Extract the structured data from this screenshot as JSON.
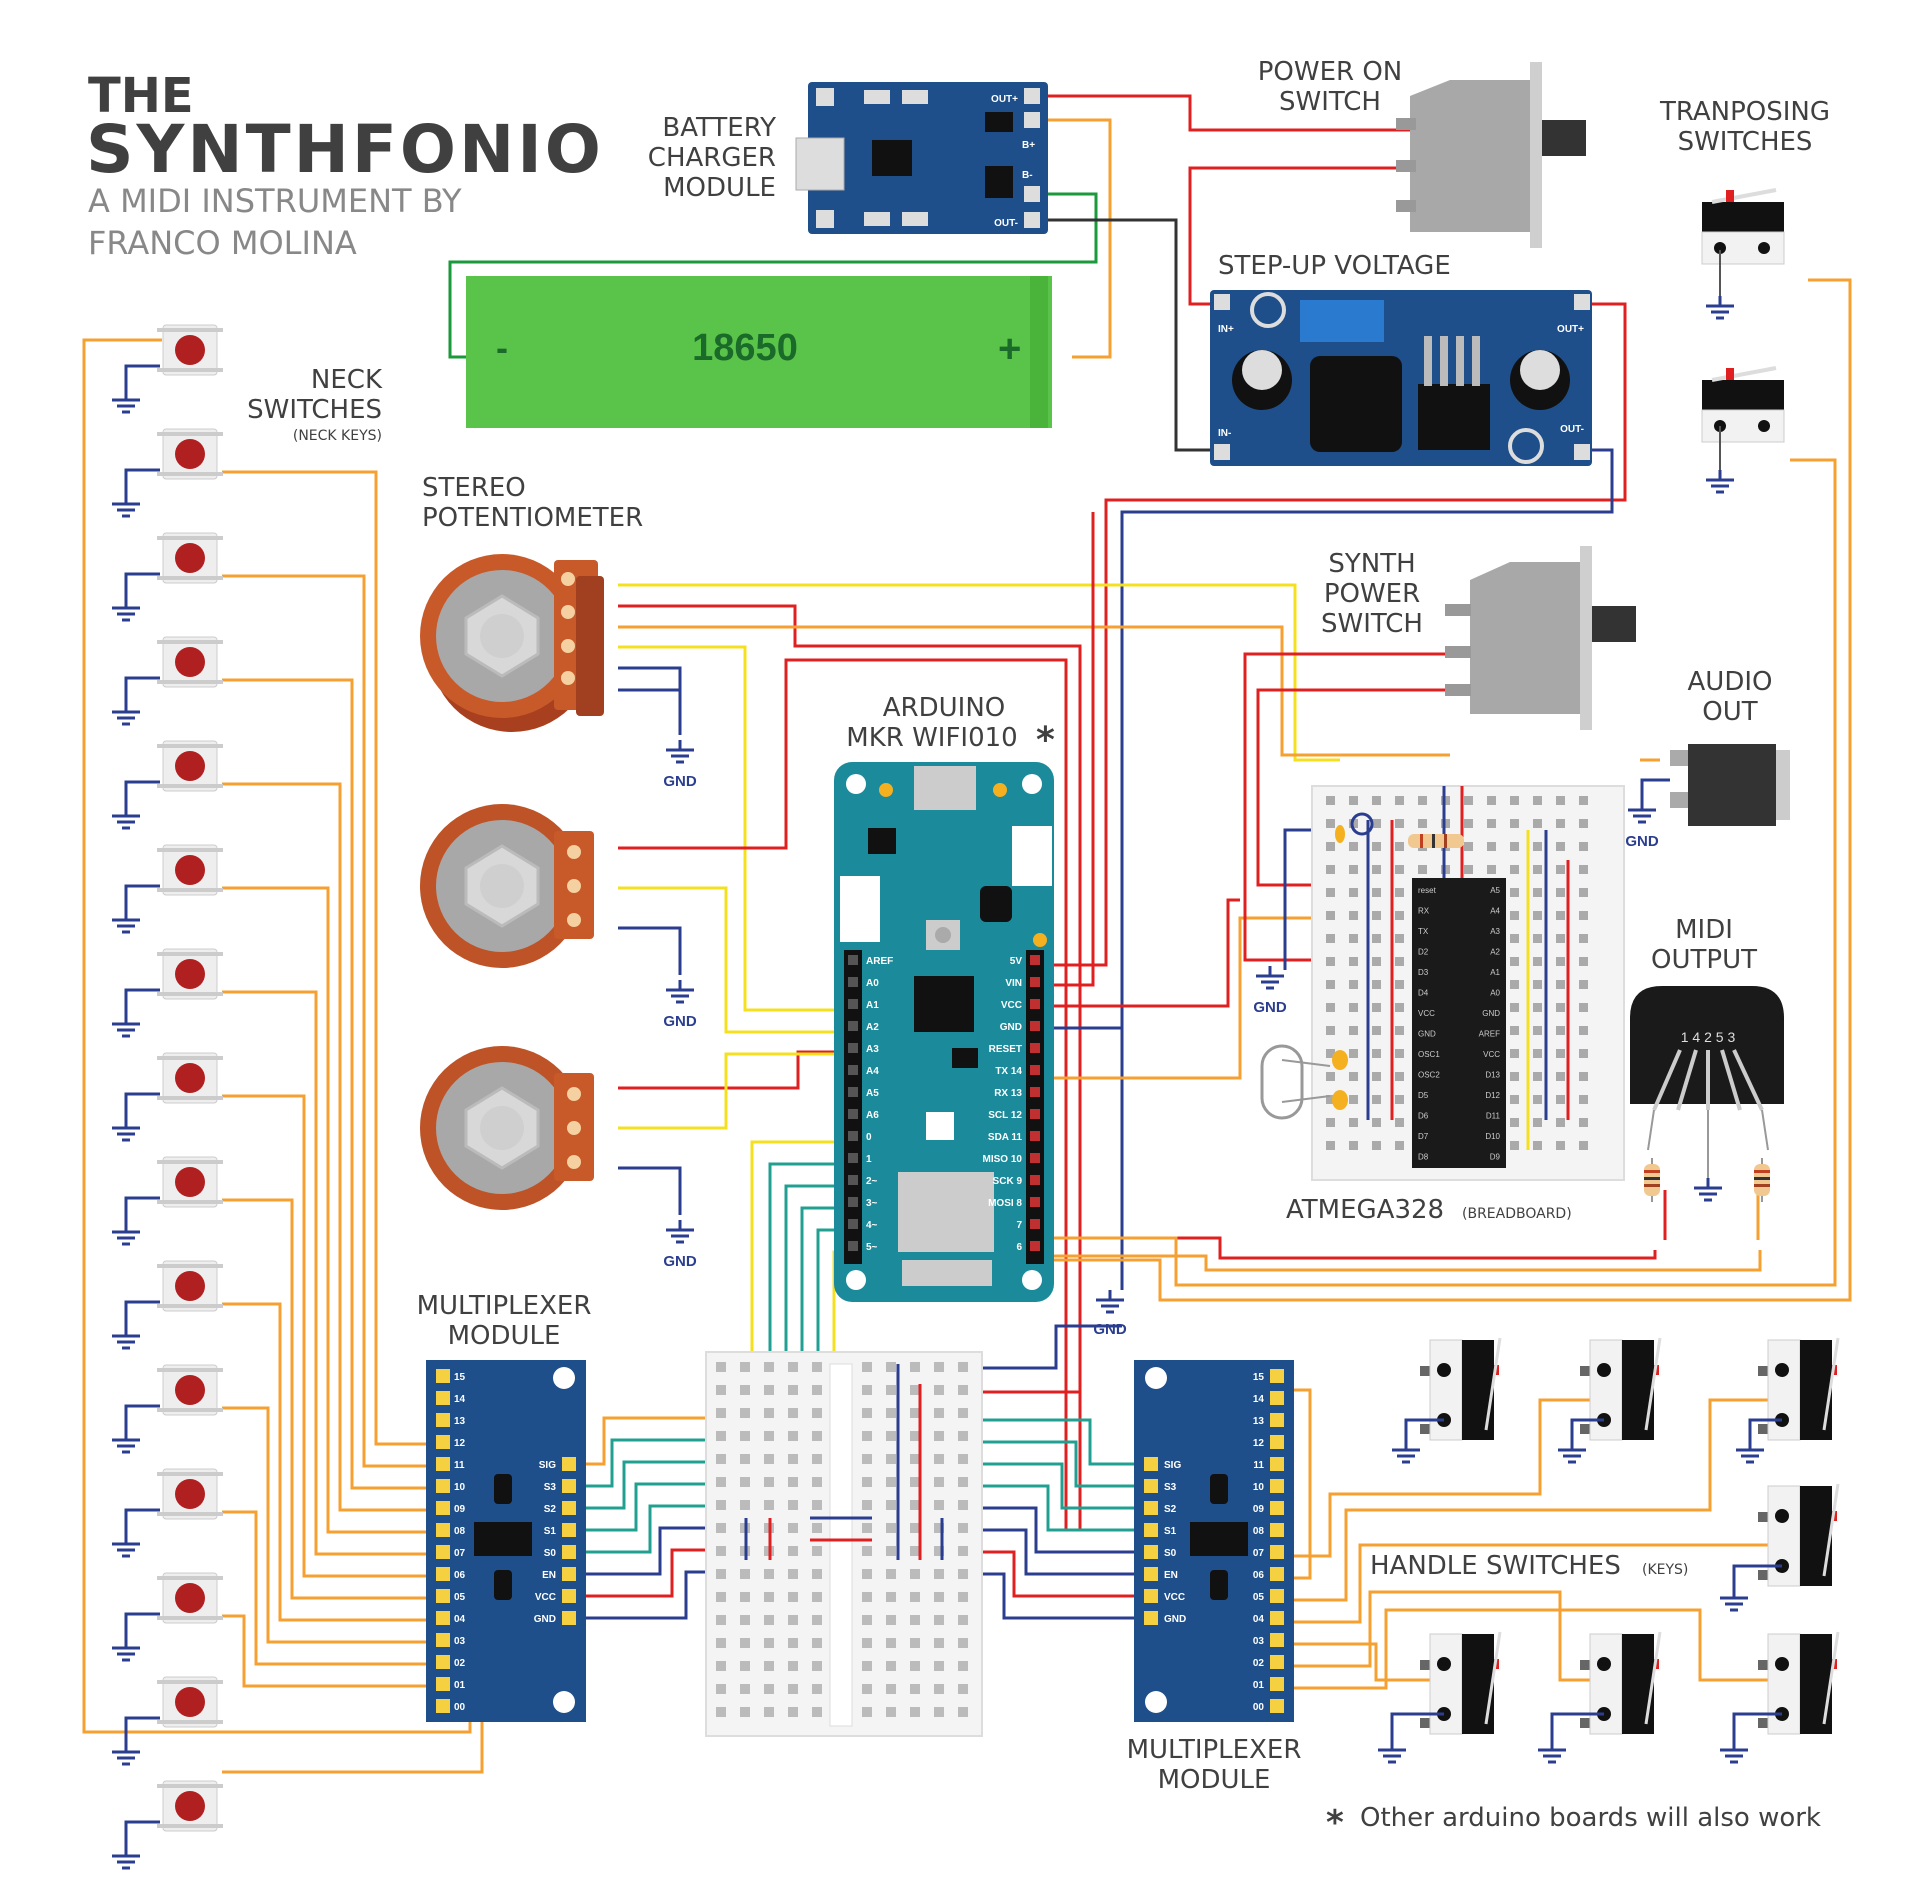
{
  "title": {
    "line1": "THE",
    "line2": "SYNTHFONIO",
    "subtitle1": "A MIDI INSTRUMENT BY",
    "subtitle2": "FRANCO MOLINA"
  },
  "labels": {
    "battery_charger": [
      "BATTERY",
      "CHARGER",
      "MODULE"
    ],
    "power_on_switch": [
      "POWER ON",
      "SWITCH"
    ],
    "transposing_switches": [
      "TRANPOSING",
      "SWITCHES"
    ],
    "step_up": "STEP-UP VOLTAGE",
    "neck_switches": [
      "NECK",
      "SWITCHES"
    ],
    "neck_keys": "(NECK KEYS)",
    "stereo_pot": [
      "STEREO",
      "POTENTIOMETER"
    ],
    "synth_power": [
      "SYNTH",
      "POWER",
      "SWITCH"
    ],
    "arduino": [
      "ARDUINO",
      "MKR WIFI010"
    ],
    "asterisk": "*",
    "audio_out": [
      "AUDIO",
      "OUT"
    ],
    "midi_output": [
      "MIDI",
      "OUTPUT"
    ],
    "atmega": "ATMEGA328",
    "atmega_sub": "(BREADBOARD)",
    "mux_left": [
      "MULTIPLEXER",
      "MODULE"
    ],
    "mux_right": [
      "MULTIPLEXER",
      "MODULE"
    ],
    "handle_switches": "HANDLE SWITCHES",
    "handle_keys": "(KEYS)",
    "footnote": "Other arduino boards will also work",
    "footnote_mark": "*",
    "gnd": "GND"
  },
  "battery": {
    "name": "18650",
    "minus": "-",
    "plus": "+"
  },
  "charger_pins": [
    "OUT+",
    "B+",
    "B-",
    "OUT-"
  ],
  "stepup_pins": {
    "in_plus": "IN+",
    "in_minus": "IN-",
    "out_plus": "OUT+",
    "out_minus": "OUT-"
  },
  "arduino_left_pins": [
    "AREF",
    "A0",
    "A1",
    "A2",
    "A3",
    "A4",
    "A5",
    "A6",
    "0",
    "1",
    "2~",
    "3~",
    "4~",
    "5~"
  ],
  "arduino_right_pins": [
    "5V",
    "VIN",
    "VCC",
    "GND",
    "RESET",
    "TX 14",
    "RX 13",
    "SCL 12",
    "SDA 11",
    "MISO 10",
    "SCK 9",
    "MOSI 8",
    "7",
    "6"
  ],
  "mux_channel_pins": [
    "15",
    "14",
    "13",
    "12",
    "11",
    "10",
    "09",
    "08",
    "07",
    "06",
    "05",
    "04",
    "03",
    "02",
    "01",
    "00"
  ],
  "mux_control_pins": [
    "SIG",
    "S3",
    "S2",
    "S1",
    "S0",
    "EN",
    "VCC",
    "GND"
  ],
  "atmega_left_pins": [
    "reset",
    "RX",
    "TX",
    "D2",
    "D3",
    "D4",
    "VCC",
    "GND",
    "OSC1",
    "OSC2",
    "D5",
    "D6",
    "D7",
    "D8"
  ],
  "atmega_right_pins": [
    "A5",
    "A4",
    "A3",
    "A2",
    "A1",
    "A0",
    "GND",
    "AREF",
    "VCC",
    "D13",
    "D12",
    "D11",
    "D10",
    "D9"
  ],
  "midi_pins": "1 4 2 5 3",
  "colors": {
    "red": "#e02020",
    "blue": "#2b3d8f",
    "orange": "#f5a030",
    "yellow": "#f5e020",
    "green": "#1a9a3a",
    "teal": "#20a090",
    "black": "#333333",
    "board_blue": "#1e4f8a",
    "arduino_teal": "#1b8a9a",
    "battery_green": "#5ac44a",
    "pot_body": "#c85a2a"
  }
}
